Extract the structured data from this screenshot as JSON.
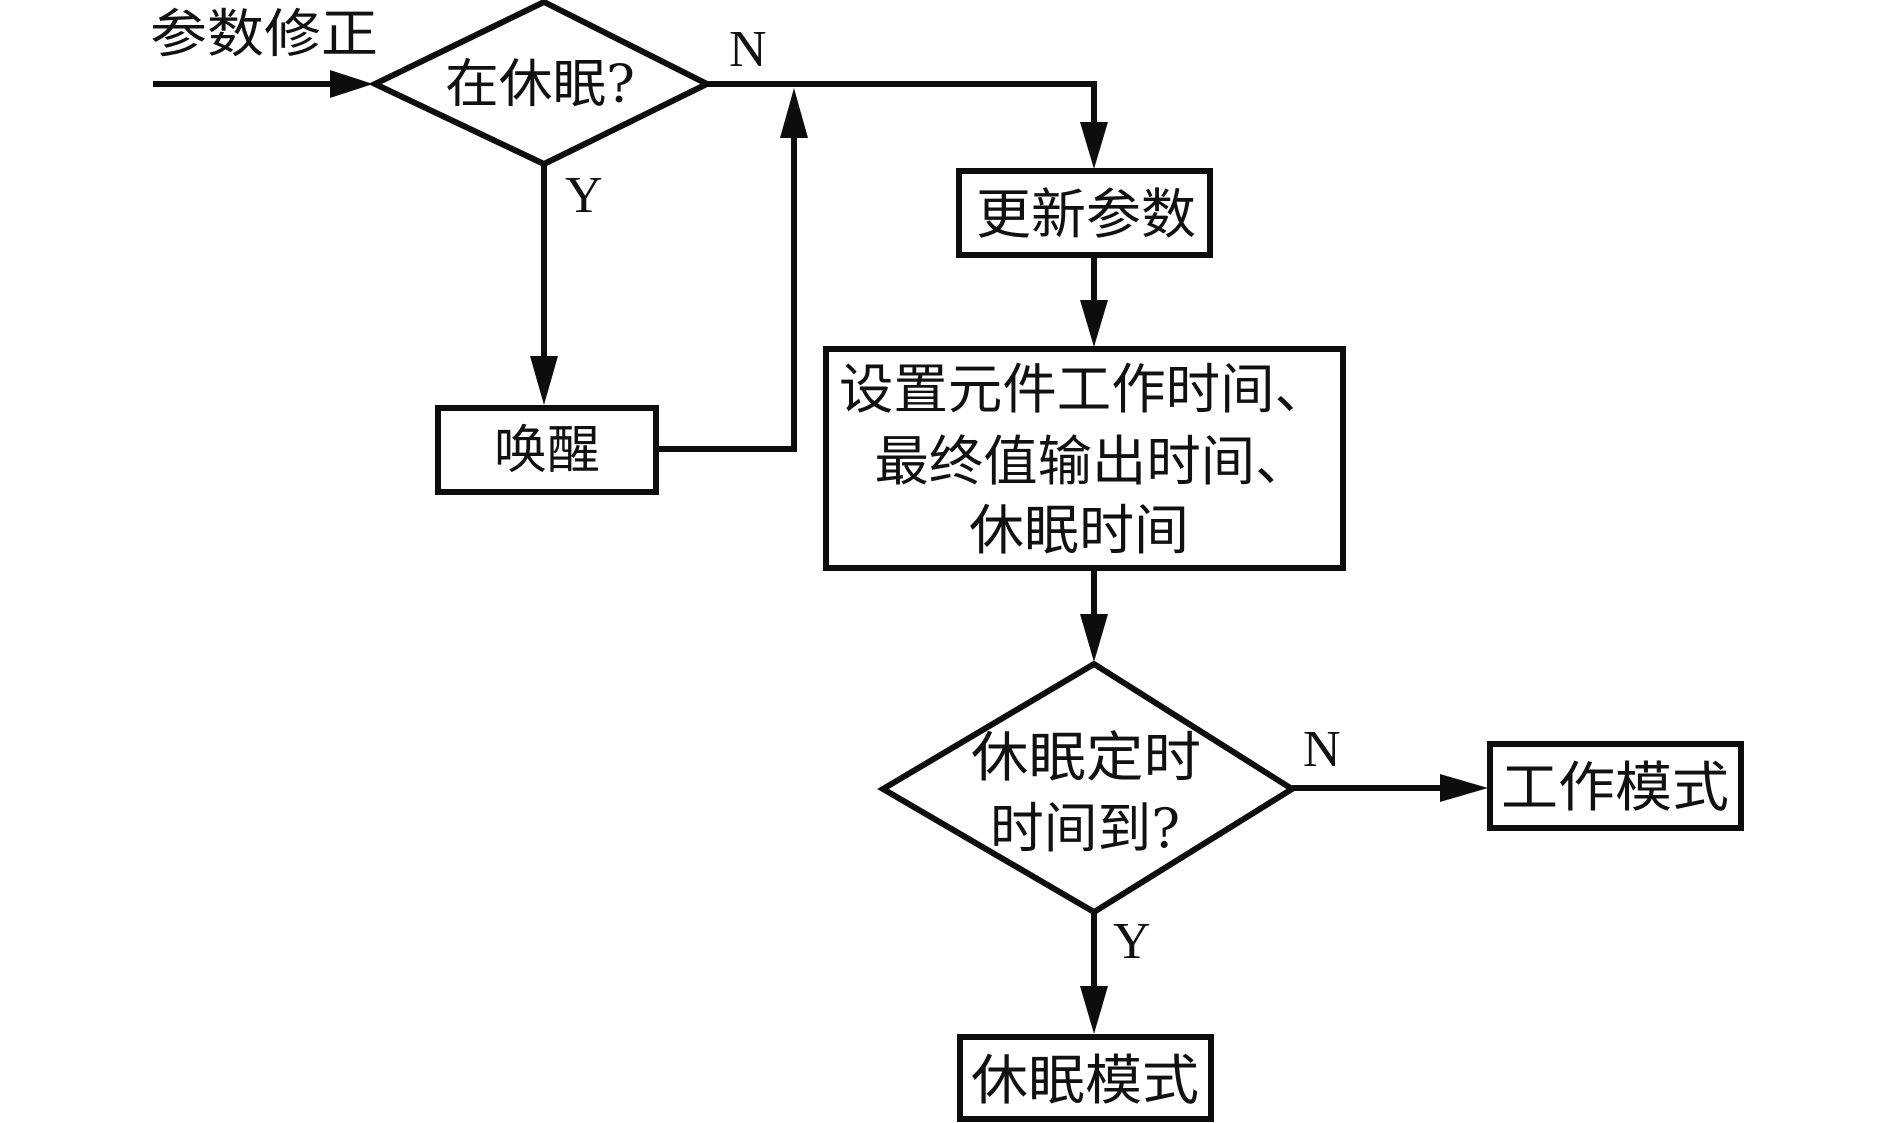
{
  "diagram": {
    "type": "flowchart",
    "colors": {
      "line": "#0d0d0d",
      "text": "#111111",
      "background": "#ffffff"
    },
    "entry_label": "参数修正",
    "nodes": {
      "in_sleep": {
        "kind": "decision",
        "text": "在休眠?"
      },
      "wake_up": {
        "kind": "process",
        "text": "唤醒"
      },
      "update_params": {
        "kind": "process",
        "text": "更新参数"
      },
      "set_times": {
        "kind": "process",
        "lines": [
          "设置元件工作时间、",
          "最终值输出时间、",
          "休眠时间"
        ]
      },
      "sleep_timer": {
        "kind": "decision",
        "lines": [
          "休眠定时",
          "时间到?"
        ]
      },
      "work_mode": {
        "kind": "terminal",
        "text": "工作模式"
      },
      "sleep_mode": {
        "kind": "terminal",
        "text": "休眠模式"
      }
    },
    "edges": [
      {
        "from": "entry",
        "to": "in_sleep",
        "label": ""
      },
      {
        "from": "in_sleep",
        "to": "update_params",
        "label": "N"
      },
      {
        "from": "in_sleep",
        "to": "wake_up",
        "label": "Y"
      },
      {
        "from": "wake_up",
        "to": "update_params",
        "label": ""
      },
      {
        "from": "update_params",
        "to": "set_times",
        "label": ""
      },
      {
        "from": "set_times",
        "to": "sleep_timer",
        "label": ""
      },
      {
        "from": "sleep_timer",
        "to": "work_mode",
        "label": "N"
      },
      {
        "from": "sleep_timer",
        "to": "sleep_mode",
        "label": "Y"
      }
    ],
    "labels": {
      "in_sleep_no": "N",
      "in_sleep_yes": "Y",
      "sleep_timer_no": "N",
      "sleep_timer_yes": "Y"
    }
  }
}
